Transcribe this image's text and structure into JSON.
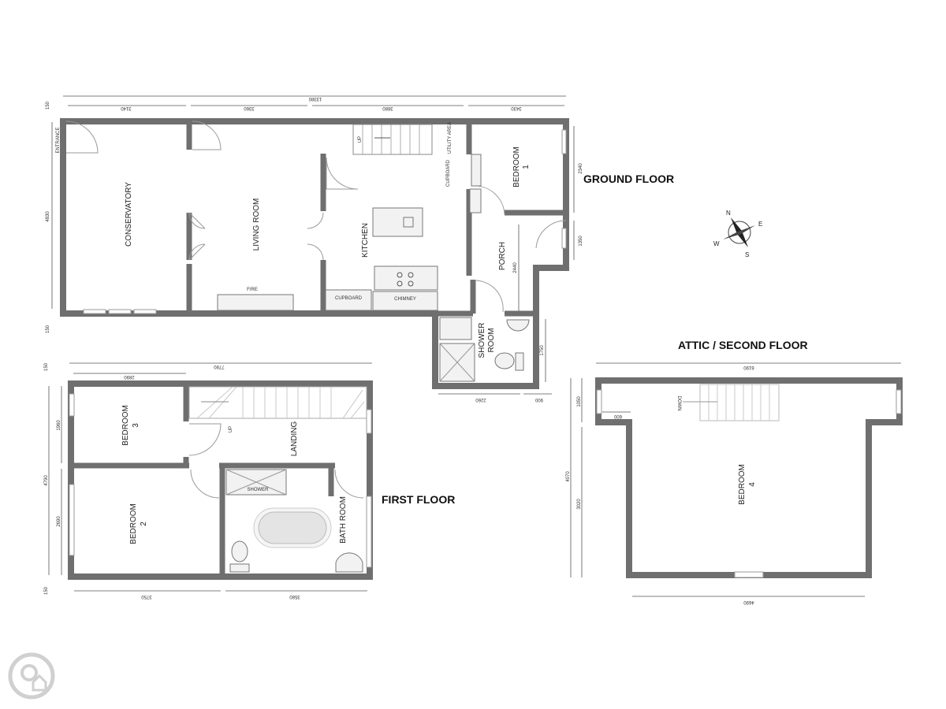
{
  "floors": {
    "ground": {
      "title": "GROUND FLOOR",
      "rooms": {
        "conservatory": "CONSERVATORY",
        "living_room": "LIVING ROOM",
        "kitchen": "KITCHEN",
        "utility": "UTILITY AREA",
        "cupboard_utility": "CUPBOARD",
        "bedroom1": "BEDROOM",
        "bedroom1_num": "1",
        "porch": "PORCH",
        "shower_room_1": "SHOWER",
        "shower_room_2": "ROOM",
        "entrance": "ENTRANCE",
        "fire": "FIRE",
        "cupboard_kitchen": "CUPBOARD",
        "chimney": "CHIMNEY",
        "up": "UP"
      },
      "dims": {
        "total": "13380",
        "d1": "3140",
        "d2": "3360",
        "d3": "3880",
        "d4": "3430",
        "left_top": "150",
        "left_main": "4830",
        "left_bottom": "150",
        "right1": "2340",
        "right2": "1350",
        "porch": "2440",
        "shower": "1750",
        "bottom1": "2260",
        "bottom2": "900"
      }
    },
    "first": {
      "title": "FIRST FLOOR",
      "rooms": {
        "bedroom3": "BEDROOM",
        "bedroom3_num": "3",
        "bedroom2": "BEDROOM",
        "bedroom2_num": "2",
        "landing": "LANDING",
        "bathroom": "BATH ROOM",
        "shower": "SHOWER",
        "up": "UP"
      },
      "dims": {
        "total": "7780",
        "top1": "2890",
        "left_top": "150",
        "left_main": "4790",
        "l1": "1960",
        "l2": "2690",
        "left_bottom": "150",
        "bottom1": "3750",
        "bottom2": "3580"
      }
    },
    "attic": {
      "title": "ATTIC / SECOND FLOOR",
      "rooms": {
        "bedroom4": "BEDROOM",
        "bedroom4_num": "4",
        "down": "DOWN"
      },
      "dims": {
        "top": "6190",
        "left1": "1050",
        "inset": "600",
        "left_total": "4070",
        "left2": "3020",
        "bottom": "4690"
      }
    }
  },
  "compass": {
    "n": "N",
    "e": "E",
    "s": "S",
    "w": "W"
  },
  "colors": {
    "wall": "#6f6f6f",
    "text": "#222222",
    "logo": "#cccccc"
  }
}
